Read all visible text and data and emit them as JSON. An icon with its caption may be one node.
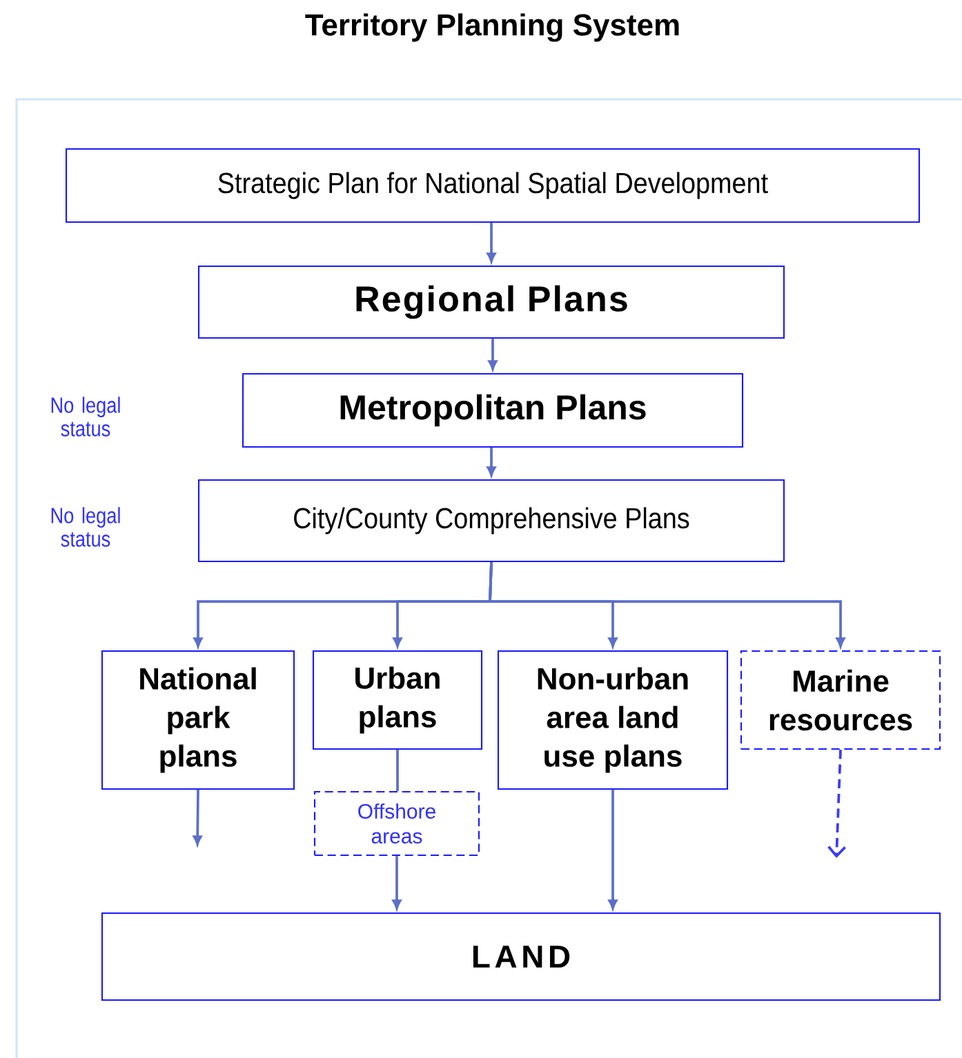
{
  "diagram": {
    "title": "Territory Planning System",
    "nodes": [
      {
        "text": [
          "Strategic Plan for National Spatial Development"
        ]
      },
      {
        "text": [
          "Regional Plans"
        ]
      },
      {
        "text": [
          "Metropolitan Plans"
        ]
      },
      {
        "text": [
          "City/County Comprehensive Plans"
        ]
      },
      {
        "text": [
          "National park plans"
        ]
      },
      {
        "text": [
          "Urban plans"
        ]
      },
      {
        "text": [
          "Non-urban area land use plans"
        ]
      },
      {
        "text": [
          "Marine resources"
        ]
      },
      {
        "text": [
          "Offshore areas"
        ]
      },
      {
        "text": [
          "LAND"
        ]
      }
    ],
    "edges": [
      {
        "from": 0,
        "to": 1,
        "arrow": "to"
      },
      {
        "from": 1,
        "to": 2,
        "arrow": "to"
      },
      {
        "from": 2,
        "to": 3,
        "arrow": "to"
      },
      {
        "from": 3,
        "to": 4,
        "arrow": "to"
      },
      {
        "from": 3,
        "to": 5,
        "arrow": "to"
      },
      {
        "from": 3,
        "to": 6,
        "arrow": "to"
      },
      {
        "from": 3,
        "to": 7,
        "arrow": "to"
      },
      {
        "from": 4,
        "to": null,
        "arrow": "to"
      },
      {
        "from": 5,
        "to": 8,
        "arrow": "none"
      },
      {
        "from": 8,
        "to": 9,
        "arrow": "to"
      },
      {
        "from": 6,
        "to": 9,
        "arrow": "to"
      },
      {
        "from": 7,
        "to": null,
        "arrow": "to",
        "style": "dashed",
        "color": "#3a3aff"
      }
    ],
    "labels": [
      "No legal status",
      "No legal status"
    ]
  }
}
